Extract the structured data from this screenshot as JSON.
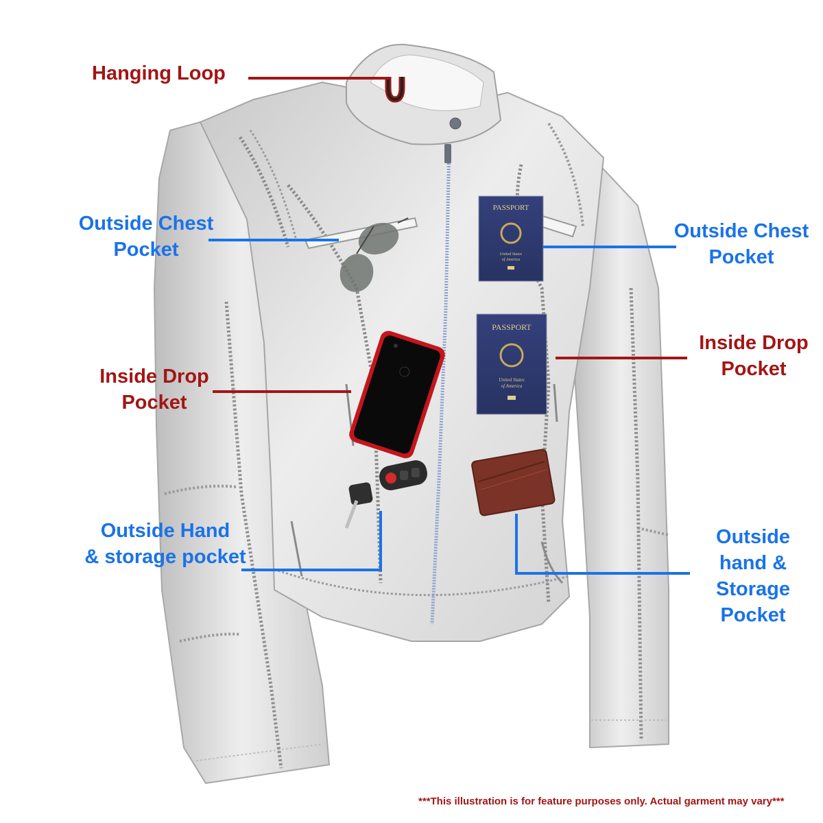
{
  "illustration": {
    "subject": "Women's white leather jacket feature diagram",
    "colors": {
      "red_label": "#a31515",
      "blue_label": "#1a73e8",
      "jacket": "#d8d8d8",
      "passport": "#2e3a6e",
      "wallet": "#7a3326",
      "phone_case": "#c4161c"
    }
  },
  "callouts": {
    "hanging_loop": {
      "text": "Hanging Loop",
      "color": "red"
    },
    "chest_left": {
      "line1": "Outside Chest",
      "line2": "Pocket",
      "color": "blue"
    },
    "chest_right": {
      "line1": "Outside Chest",
      "line2": "Pocket",
      "color": "blue"
    },
    "drop_left": {
      "line1": "Inside Drop",
      "line2": "Pocket",
      "color": "red"
    },
    "drop_right": {
      "line1": "Inside Drop",
      "line2": "Pocket",
      "color": "red"
    },
    "hand_left": {
      "line1": "Outside Hand",
      "line2": "& storage pocket",
      "color": "blue"
    },
    "hand_right": {
      "line1": "Outside",
      "line2": "hand &",
      "line3": "Storage",
      "line4": "Pocket",
      "color": "blue"
    }
  },
  "items": {
    "passport_top": {
      "title": "PASSPORT",
      "line1": "United States",
      "line2": "of America"
    },
    "passport_bottom": {
      "title": "PASSPORT",
      "line1": "United States",
      "line2": "of America"
    },
    "phone": "smartphone",
    "key_fob": "car key fob",
    "wallet": "bifold wallet",
    "sunglasses": "aviator sunglasses"
  },
  "footer": {
    "disclaimer": "***This illustration is for feature purposes only.  Actual garment may vary***"
  }
}
